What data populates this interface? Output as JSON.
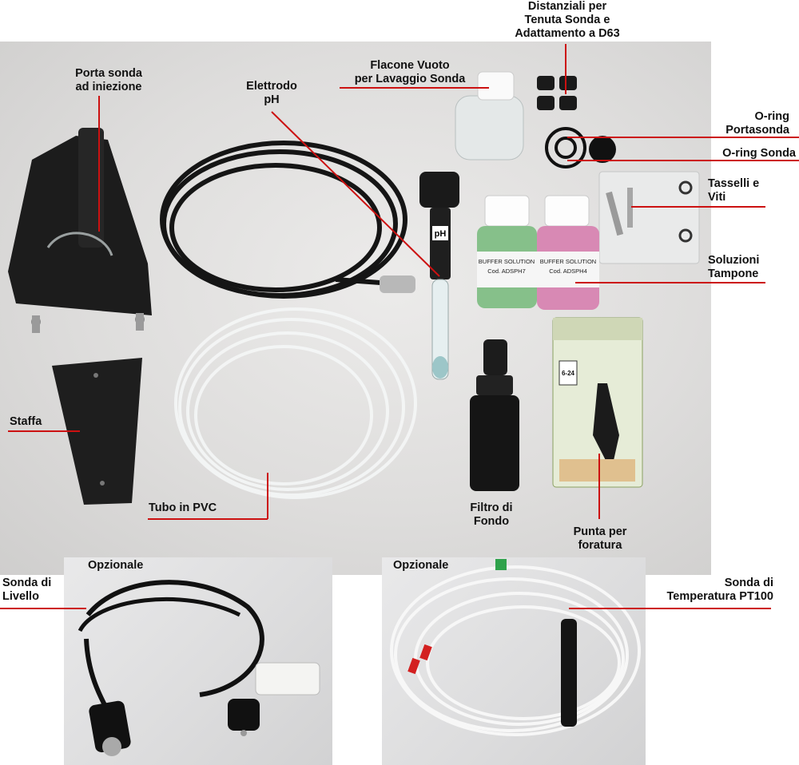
{
  "labels": {
    "porta_sonda": "Porta sonda\nad iniezione",
    "elettrodo": "Elettrodo\npH",
    "flacone": "Flacone Vuoto\nper Lavaggio Sonda",
    "distanziali": "Distanziali per\nTenuta Sonda e\nAdattamento a D63",
    "oring_portasonda": "O-ring\nPortasonda",
    "oring_sonda": "O-ring Sonda",
    "tasselli": "Tasselli e\nViti",
    "soluzioni": "Soluzioni\nTampone",
    "staffa": "Staffa",
    "tubo": "Tubo in PVC",
    "filtro": "Filtro di\nFondo",
    "punta": "Punta per\nforatura",
    "opzionale_1": "Opzionale",
    "opzionale_2": "Opzionale",
    "sonda_livello": "Sonda di\nLivello",
    "sonda_temp": "Sonda di\nTemperatura PT100"
  },
  "product_text": {
    "electrode_tag": "pH",
    "bottle_green_line1": "BUFFER SOLUTION",
    "bottle_green_line2": "Cod. ADSPH7",
    "bottle_pink_line1": "BUFFER SOLUTION",
    "bottle_pink_line2": "Cod. ADSPH4",
    "drill_size": "6-24"
  },
  "colors": {
    "leader_line": "#cc1111",
    "background_main": "#dedddc",
    "background_sub": "#dcdcdd"
  }
}
